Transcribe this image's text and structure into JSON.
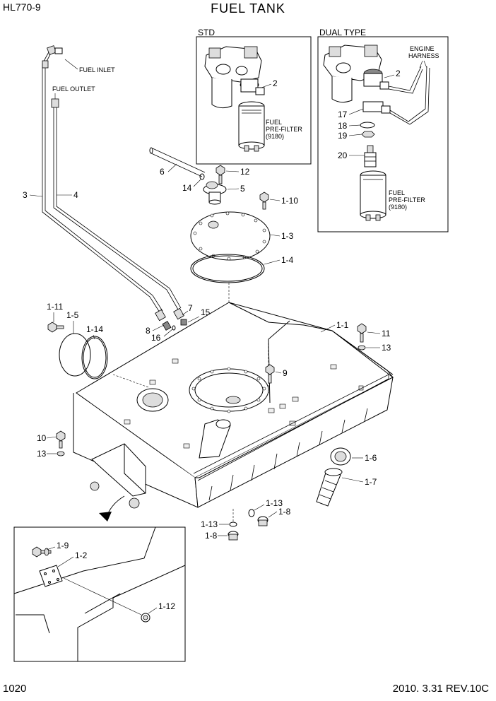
{
  "header": {
    "model": "HL770-9",
    "title": "FUEL TANK"
  },
  "footer": {
    "page": "1020",
    "revision": "2010. 3.31  REV.10C"
  },
  "insets": {
    "std": {
      "title": "STD",
      "labels": [
        "FUEL",
        "PRE-FILTER",
        "(9180)"
      ]
    },
    "dual": {
      "title": "DUAL TYPE",
      "harness": [
        "ENGINE",
        "HARNESS"
      ],
      "labels": [
        "FUEL",
        "PRE-FILTER",
        "(9180)"
      ]
    }
  },
  "callouts": {
    "fuel_inlet": "FUEL INLET",
    "fuel_outlet": "FUEL OUTLET"
  },
  "parts": {
    "p3": "3",
    "p4": "4",
    "p6": "6",
    "p12": "12",
    "p14": "14",
    "p5": "5",
    "p1_10": "1-10",
    "p1_3": "1-3",
    "p1_4": "1-4",
    "p7": "7",
    "p15": "15",
    "p8": "8",
    "p16": "16",
    "p1_11": "1-11",
    "p1_5": "1-5",
    "p1_14": "1-14",
    "p1_1": "1-1",
    "p11": "11",
    "p13a": "13",
    "p9": "9",
    "p10": "10",
    "p13b": "13",
    "p1_6": "1-6",
    "p1_7": "1-7",
    "p1_13a": "1-13",
    "p1_8a": "1-8",
    "p1_13b": "1-13",
    "p1_8b": "1-8",
    "p1_9": "1-9",
    "p1_2": "1-2",
    "p1_12": "1-12",
    "std2": "2",
    "dual2": "2",
    "dual17": "17",
    "dual18": "18",
    "dual19": "19",
    "dual20": "20"
  }
}
